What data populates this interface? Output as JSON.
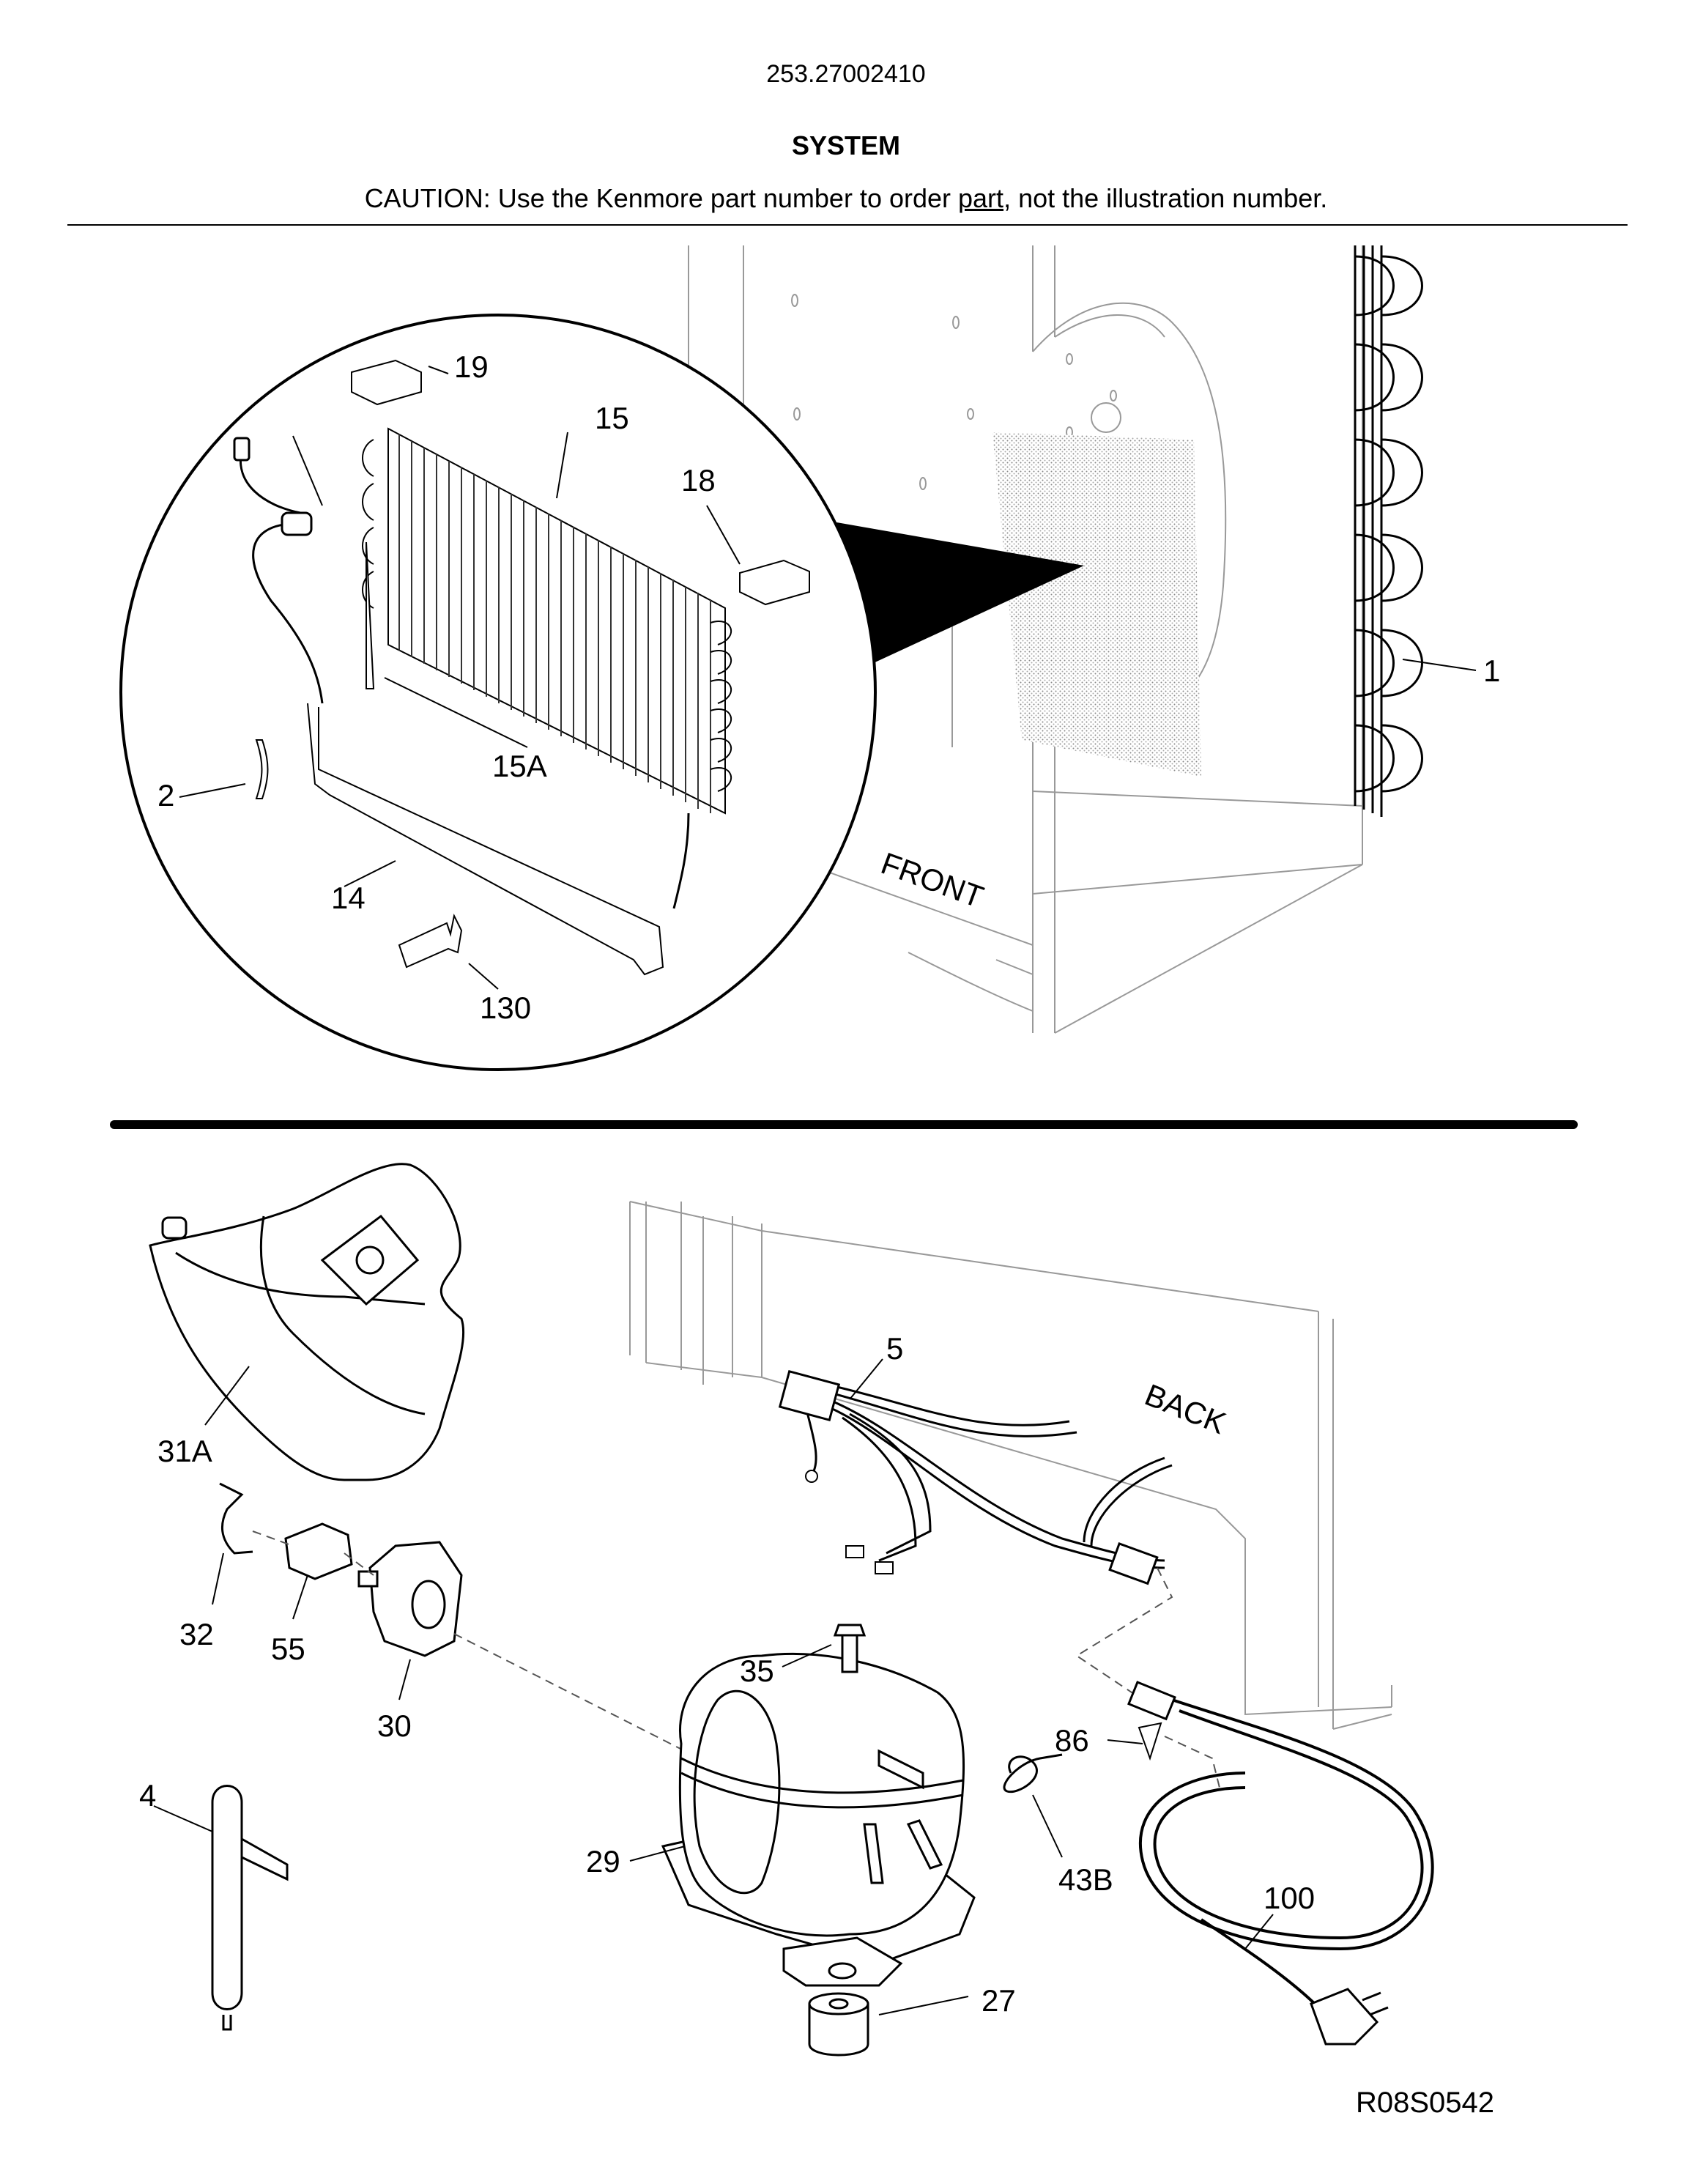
{
  "header": {
    "model_number": "253.27002410",
    "section_title": "SYSTEM",
    "caution_prefix": "CAUTION: Use the Kenmore part number to order ",
    "caution_link": "part",
    "caution_suffix": ", not the illustration number."
  },
  "cabinet_labels": {
    "front": "FRONT",
    "back": "BACK"
  },
  "callouts": {
    "c1": "1",
    "c2": "2",
    "c4": "4",
    "c5": "5",
    "c14": "14",
    "c15": "15",
    "c15a": "15A",
    "c18": "18",
    "c19": "19",
    "c27": "27",
    "c29": "29",
    "c30": "30",
    "c31a": "31A",
    "c32": "32",
    "c35": "35",
    "c43b": "43B",
    "c55": "55",
    "c86": "86",
    "c100": "100",
    "c130": "130"
  },
  "reference_code": "R08S0542"
}
